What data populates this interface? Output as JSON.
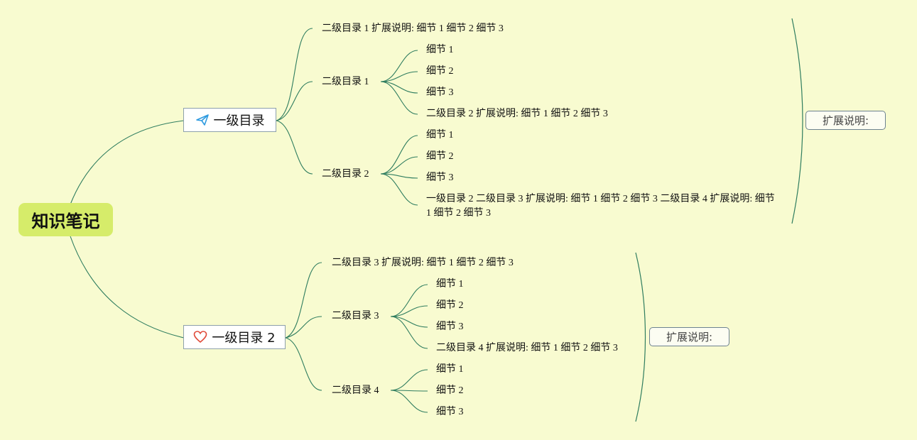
{
  "root": {
    "label": "知识笔记"
  },
  "colors": {
    "background": "#f8fbd0",
    "root_fill": "#d6ec6a",
    "line": "#2f7d5f",
    "heart": "#e04b3a",
    "plane": "#2f9be0"
  },
  "branches": [
    {
      "label": "一级目录",
      "icon": "paper-plane-icon",
      "summary": "扩展说明:",
      "children": [
        {
          "label": "二级目录 1 扩展说明:  细节 1 细节 2 细节 3"
        },
        {
          "label": "二级目录 1",
          "children": [
            "细节 1",
            "细节 2",
            "细节 3",
            "二级目录 2 扩展说明:  细节 1 细节 2 细节 3"
          ]
        },
        {
          "label": "二级目录 2",
          "children": [
            "细节 1",
            "细节 2",
            "细节 3",
            "一级目录 2 二级目录 3 扩展说明:  细节 1 细节 2 细节 3 二级目录 4 扩展说明:  细节 1 细节 2 细节 3"
          ]
        }
      ]
    },
    {
      "label": "一级目录 2",
      "icon": "heart-icon",
      "summary": "扩展说明:",
      "children": [
        {
          "label": "二级目录 3 扩展说明:  细节 1 细节 2 细节 3"
        },
        {
          "label": "二级目录 3",
          "children": [
            "细节 1",
            "细节 2",
            "细节 3",
            "二级目录 4 扩展说明:  细节 1 细节 2 细节 3"
          ]
        },
        {
          "label": "二级目录 4",
          "children": [
            "细节 1",
            "细节 2",
            "细节 3"
          ]
        }
      ]
    }
  ]
}
